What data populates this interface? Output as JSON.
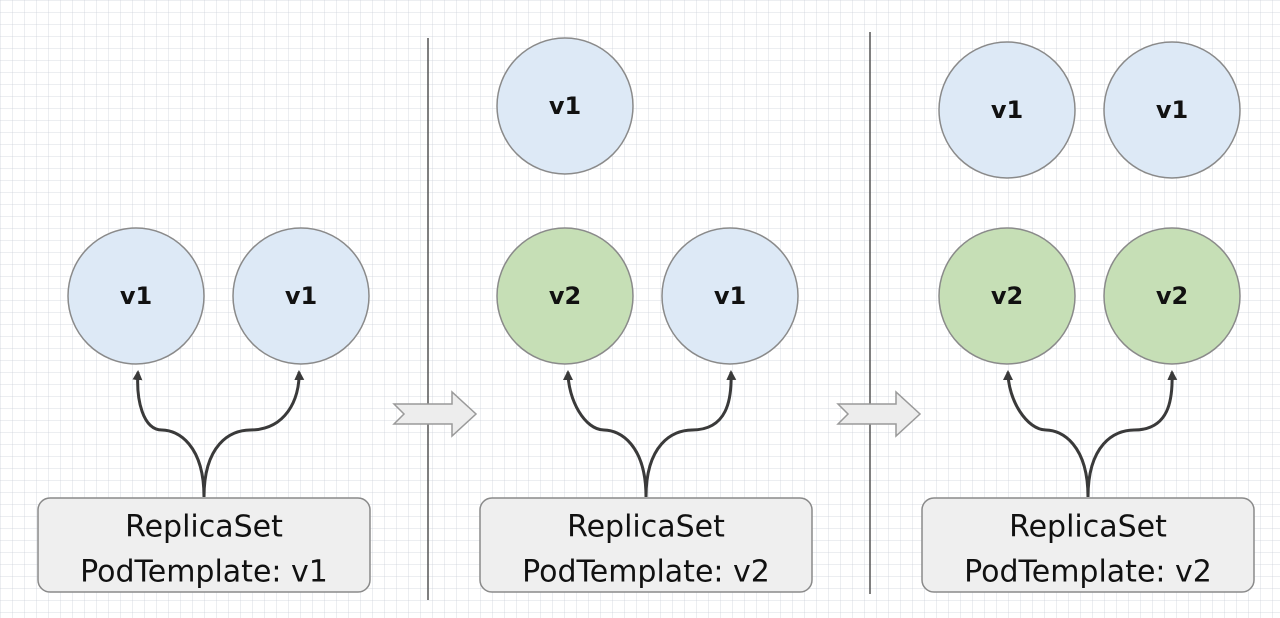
{
  "diagram": {
    "colors": {
      "v1_fill": "#dde9f6",
      "v2_fill": "#c6dfb6",
      "node_stroke": "#8a8a8a",
      "box_fill": "#efefef",
      "arrow": "#3a3a3a",
      "divider": "#555555",
      "step_arrow_fill": "#ededed",
      "step_arrow_stroke": "#9a9a9a"
    },
    "stages": [
      {
        "replicaset": {
          "title": "ReplicaSet",
          "template": "PodTemplate: v1"
        },
        "managed_pods": [
          {
            "label": "v1",
            "version": "v1"
          },
          {
            "label": "v1",
            "version": "v1"
          }
        ],
        "old_pods": []
      },
      {
        "replicaset": {
          "title": "ReplicaSet",
          "template": "PodTemplate: v2"
        },
        "managed_pods": [
          {
            "label": "v2",
            "version": "v2"
          },
          {
            "label": "v1",
            "version": "v1"
          }
        ],
        "old_pods": [
          {
            "label": "v1",
            "version": "v1"
          }
        ]
      },
      {
        "replicaset": {
          "title": "ReplicaSet",
          "template": "PodTemplate: v2"
        },
        "managed_pods": [
          {
            "label": "v2",
            "version": "v2"
          },
          {
            "label": "v2",
            "version": "v2"
          }
        ],
        "old_pods": [
          {
            "label": "v1",
            "version": "v1"
          },
          {
            "label": "v1",
            "version": "v1"
          }
        ]
      }
    ]
  }
}
